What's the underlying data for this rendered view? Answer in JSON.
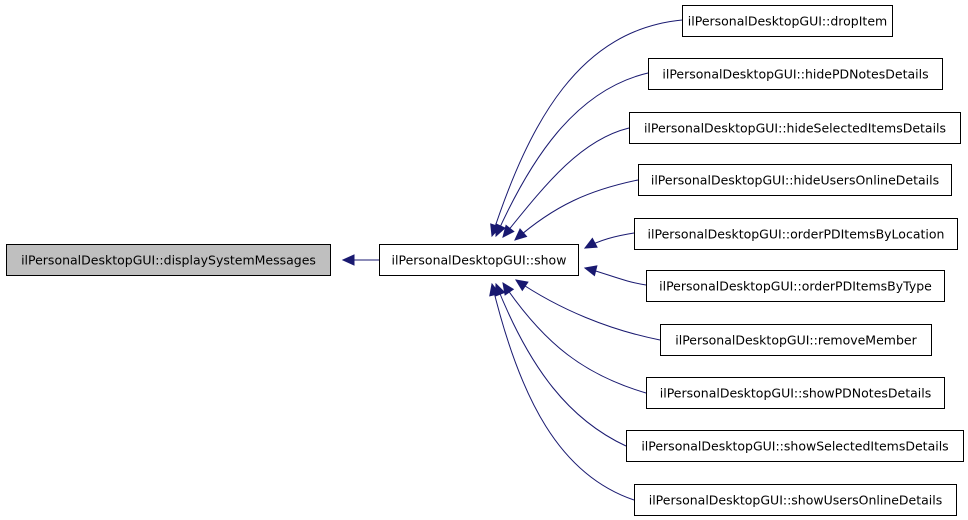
{
  "colors": {
    "edge": "#191970",
    "node_fill": "#ffffff",
    "node_highlight_fill": "#bfbfbf",
    "node_border": "#000000",
    "text": "#000000"
  },
  "nodes": [
    {
      "id": "displaySystemMessages",
      "label": "ilPersonalDesktopGUI::displaySystemMessages",
      "highlighted": true
    },
    {
      "id": "show",
      "label": "ilPersonalDesktopGUI::show",
      "highlighted": false
    },
    {
      "id": "dropItem",
      "label": "ilPersonalDesktopGUI::dropItem",
      "highlighted": false
    },
    {
      "id": "hidePDNotesDetails",
      "label": "ilPersonalDesktopGUI::hidePDNotesDetails",
      "highlighted": false
    },
    {
      "id": "hideSelectedItemsDetails",
      "label": "ilPersonalDesktopGUI::hideSelectedItemsDetails",
      "highlighted": false
    },
    {
      "id": "hideUsersOnlineDetails",
      "label": "ilPersonalDesktopGUI::hideUsersOnlineDetails",
      "highlighted": false
    },
    {
      "id": "orderPDItemsByLocation",
      "label": "ilPersonalDesktopGUI::orderPDItemsByLocation",
      "highlighted": false
    },
    {
      "id": "orderPDItemsByType",
      "label": "ilPersonalDesktopGUI::orderPDItemsByType",
      "highlighted": false
    },
    {
      "id": "removeMember",
      "label": "ilPersonalDesktopGUI::removeMember",
      "highlighted": false
    },
    {
      "id": "showPDNotesDetails",
      "label": "ilPersonalDesktopGUI::showPDNotesDetails",
      "highlighted": false
    },
    {
      "id": "showSelectedItemsDetails",
      "label": "ilPersonalDesktopGUI::showSelectedItemsDetails",
      "highlighted": false
    },
    {
      "id": "showUsersOnlineDetails",
      "label": "ilPersonalDesktopGUI::showUsersOnlineDetails",
      "highlighted": false
    }
  ],
  "edges": [
    {
      "from": "show",
      "to": "displaySystemMessages"
    },
    {
      "from": "dropItem",
      "to": "show"
    },
    {
      "from": "hidePDNotesDetails",
      "to": "show"
    },
    {
      "from": "hideSelectedItemsDetails",
      "to": "show"
    },
    {
      "from": "hideUsersOnlineDetails",
      "to": "show"
    },
    {
      "from": "orderPDItemsByLocation",
      "to": "show"
    },
    {
      "from": "orderPDItemsByType",
      "to": "show"
    },
    {
      "from": "removeMember",
      "to": "show"
    },
    {
      "from": "showPDNotesDetails",
      "to": "show"
    },
    {
      "from": "showSelectedItemsDetails",
      "to": "show"
    },
    {
      "from": "showUsersOnlineDetails",
      "to": "show"
    }
  ]
}
